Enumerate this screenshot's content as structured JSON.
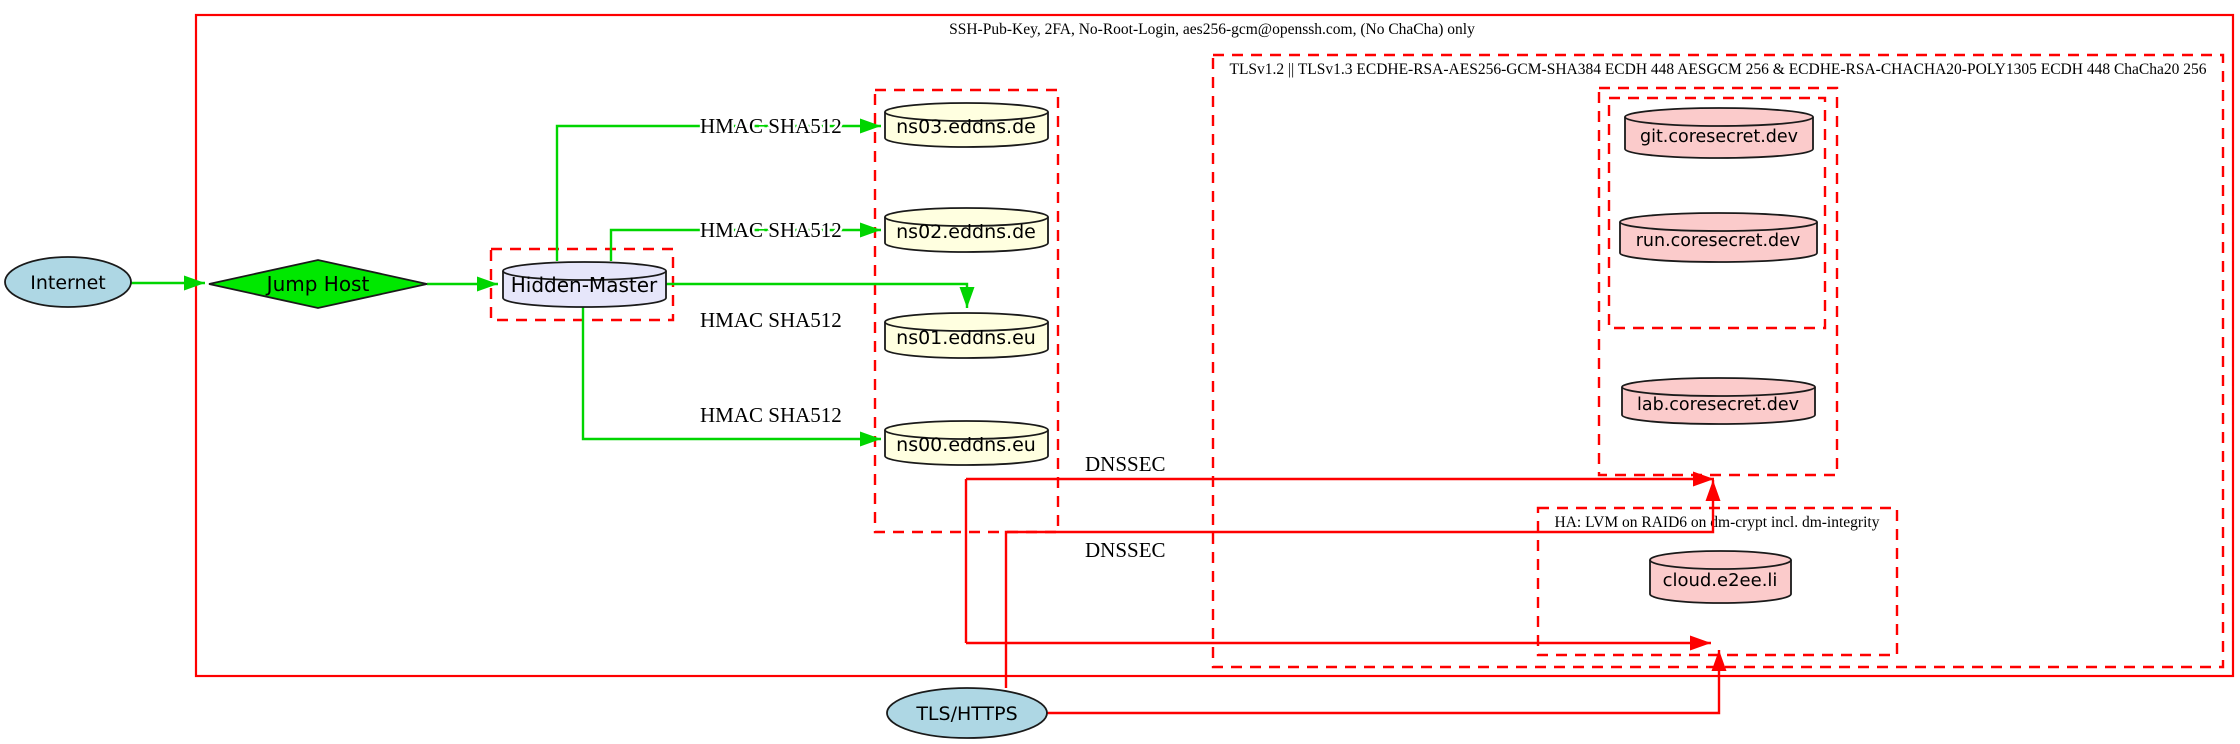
{
  "colors": {
    "red": "#fe0000",
    "green": "#00d500",
    "diamond_green": "#00e800",
    "lightblue": "#aed7e4",
    "lightyellow": "#ffffe0",
    "lavender": "#e6e6fa",
    "pink": "#fbcbcb"
  },
  "clusters": {
    "ssh": {
      "label": "SSH-Pub-Key, 2FA, No-Root-Login, aes256-gcm@openssh.com, (No ChaCha) only"
    },
    "tls": {
      "label": "TLSv1.2 || TLSv1.3 ECDHE-RSA-AES256-GCM-SHA384 ECDH 448 AESGCM 256 & ECDHE-RSA-CHACHA20-POLY1305 ECDH 448 ChaCha20 256"
    },
    "ha": {
      "label": "HA: LVM on RAID6 on dm-crypt incl. dm-integrity"
    }
  },
  "nodes": {
    "internet": {
      "label": "Internet"
    },
    "jump_host": {
      "label": "Jump Host"
    },
    "hidden_master": {
      "label": "Hidden-Master"
    },
    "ns03": {
      "label": "ns03.eddns.de"
    },
    "ns02": {
      "label": "ns02.eddns.de"
    },
    "ns01": {
      "label": "ns01.eddns.eu"
    },
    "ns00": {
      "label": "ns00.eddns.eu"
    },
    "git": {
      "label": "git.coresecret.dev"
    },
    "run": {
      "label": "run.coresecret.dev"
    },
    "lab": {
      "label": "lab.coresecret.dev"
    },
    "cloud": {
      "label": "cloud.e2ee.li"
    },
    "tls_https": {
      "label": "TLS/HTTPS"
    }
  },
  "edge_labels": {
    "hmac1": "HMAC SHA512",
    "hmac2": "HMAC SHA512",
    "hmac3": "HMAC SHA512",
    "hmac4": "HMAC SHA512",
    "dnssec1": "DNSSEC",
    "dnssec2": "DNSSEC"
  }
}
